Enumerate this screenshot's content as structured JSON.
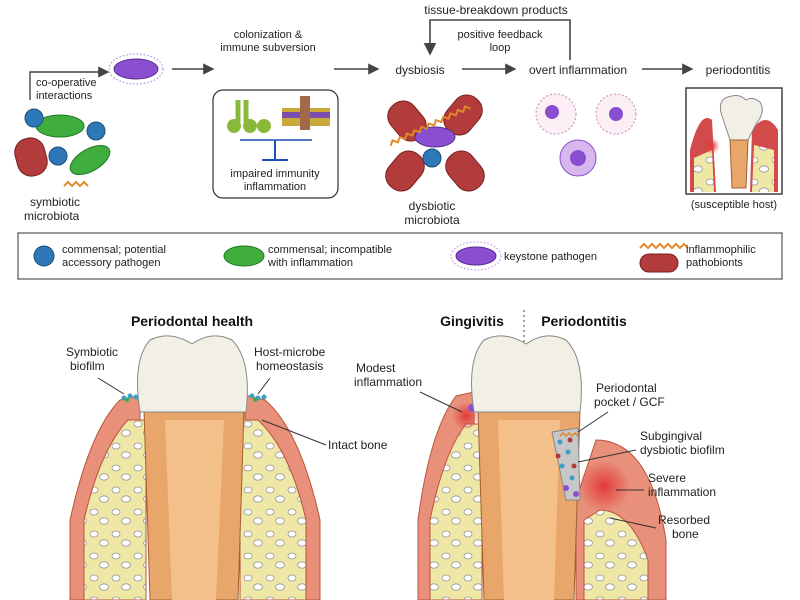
{
  "top": {
    "tissue_breakdown": "tissue-breakdown products",
    "feedback_line1": "positive feedback",
    "feedback_line2": "loop",
    "cooperative_line1": "co-operative",
    "cooperative_line2": "interactions",
    "colonization_line1": "colonization &",
    "colonization_line2": "immune subversion",
    "impaired_line1": "impaired immunity",
    "impaired_line2": "inflammation",
    "dysbiosis": "dysbiosis",
    "overt_inflammation": "overt inflammation",
    "periodontitis": "periodontitis",
    "symbiotic_line1": "symbiotic",
    "symbiotic_line2": "microbiota",
    "dysbiotic_line1": "dysbiotic",
    "dysbiotic_line2": "microbiota",
    "susceptible_host": "(susceptible host)"
  },
  "legend": {
    "commensal_accessory_line1": "commensal; potential",
    "commensal_accessory_line2": "accessory pathogen",
    "commensal_incompatible_line1": "commensal; incompatible",
    "commensal_incompatible_line2": "with inflammation",
    "keystone": "keystone pathogen",
    "inflammophilic_line1": "inflammophilic",
    "inflammophilic_line2": "pathobionts"
  },
  "bottom": {
    "health_title": "Periodontal health",
    "symbiotic_biofilm_line1": "Symbiotic",
    "symbiotic_biofilm_line2": "biofilm",
    "homeostasis_line1": "Host-microbe",
    "homeostasis_line2": "homeostasis",
    "intact_bone": "Intact bone",
    "gingivitis_title": "Gingivitis",
    "periodontitis_title": "Periodontitis",
    "modest_line1": "Modest",
    "modest_line2": "inflammation",
    "pocket_line1": "Periodontal",
    "pocket_line2": "pocket / GCF",
    "subgingival_line1": "Subgingival",
    "subgingival_line2": "dysbiotic biofilm",
    "severe_line1": "Severe",
    "severe_line2": "inflammation",
    "resorbed_line1": "Resorbed",
    "resorbed_line2": "bone"
  },
  "colors": {
    "keystone": "#8a4fd0",
    "pathobiont": "#b23b3b",
    "commensal_blue": "#2f78b8",
    "commensal_green": "#3fae3f",
    "spirochete": "#e08a2a",
    "gum": "#e8907a",
    "bone": "#efe7a6",
    "enamel": "#f2efe6",
    "dentin": "#e9a66a"
  }
}
